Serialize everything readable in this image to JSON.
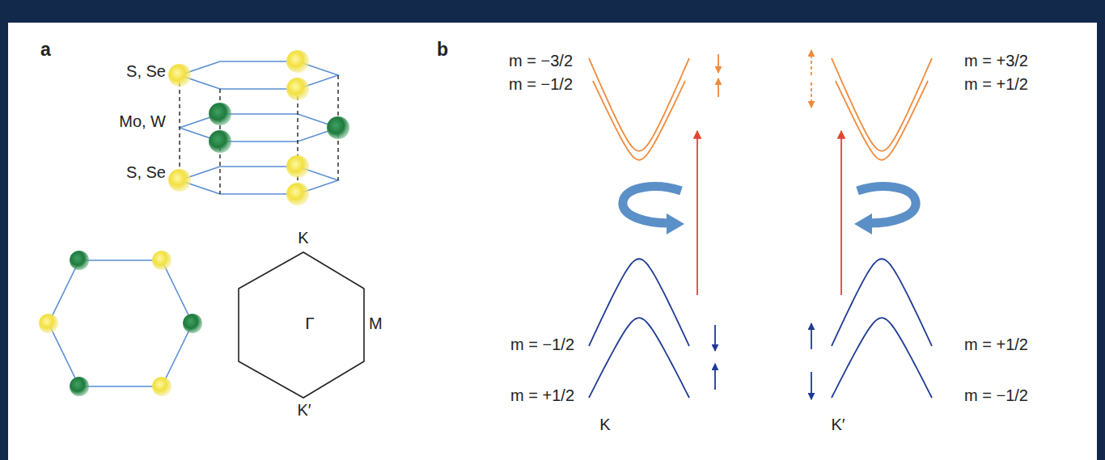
{
  "diagram": {
    "nodes": [
      {
        "text": [
          "Γ"
        ]
      }
    ],
    "labels": [
      "a",
      "b",
      "S, Se",
      "Mo, W",
      "S, Se",
      "K",
      "M",
      "K′",
      "m = −3/2",
      "m = −1/2",
      "m = +3/2",
      "m = +1/2",
      "m = −1/2",
      "m = +1/2",
      "K",
      "m = +1/2",
      "m = −1/2",
      "K′"
    ]
  }
}
